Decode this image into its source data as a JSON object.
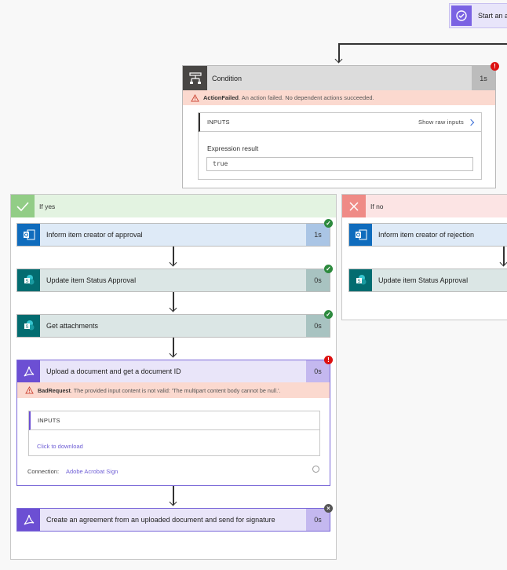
{
  "start": {
    "label": "Start an a"
  },
  "condition": {
    "title": "Condition",
    "duration": "1s",
    "error_code": "ActionFailed",
    "error_text": ". An action failed. No dependent actions succeeded.",
    "inputs_label": "INPUTS",
    "show_raw": "Show raw inputs",
    "expression_label": "Expression result",
    "expression_value": "true"
  },
  "if_yes": {
    "label": "If yes",
    "actions": [
      {
        "title": "Inform item creator of approval",
        "duration": "1s"
      },
      {
        "title": "Update item Status Approval",
        "duration": "0s"
      },
      {
        "title": "Get attachments",
        "duration": "0s"
      }
    ],
    "upload": {
      "title": "Upload a document and get a document ID",
      "duration": "0s",
      "error_code": "BadRequest",
      "error_text": ". The provided input content is not valid: 'The multipart content body cannot be null.'.",
      "inputs_label": "INPUTS",
      "download_link": "Click to download",
      "connection_label": "Connection:",
      "connection_value": "Adobe Acrobat Sign"
    },
    "agreement": {
      "title": "Create an agreement from an uploaded document and send for signature",
      "duration": "0s"
    }
  },
  "if_no": {
    "label": "If no",
    "actions": [
      {
        "title": "Inform item creator of rejection"
      },
      {
        "title": "Update item Status Approval"
      }
    ]
  },
  "colors": {
    "yes_header": "#e3f3e1",
    "yes_icon": "#92cd86",
    "no_header": "#fce4e4",
    "no_icon": "#ef8b86",
    "error_banner": "#fbd9cf",
    "success_dot": "#2d8a3e",
    "error_dot": "#dd1111"
  }
}
